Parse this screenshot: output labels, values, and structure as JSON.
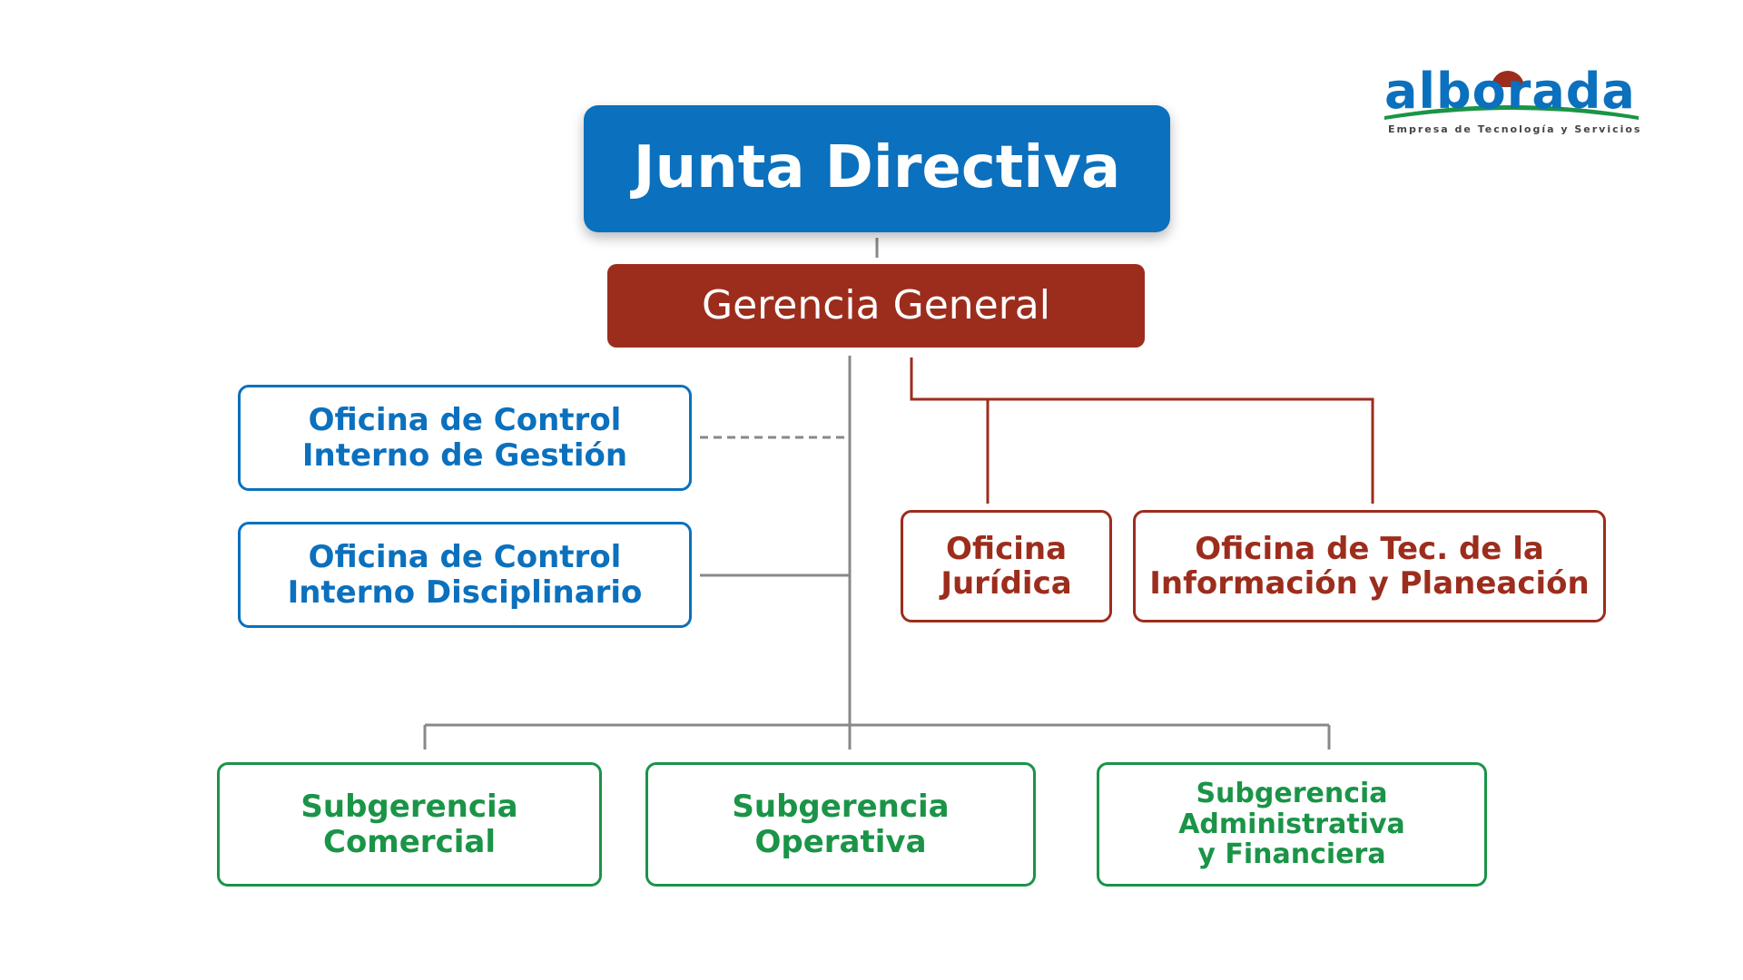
{
  "logo": {
    "wordmark": "alborada",
    "tagline": "Empresa de Tecnología y Servicios"
  },
  "colors": {
    "blue": "#0b70bd",
    "red": "#9c2d1d",
    "green": "#1a9447",
    "connector_gray": "#888888"
  },
  "top": {
    "junta": "Junta Directiva",
    "gerencia": "Gerencia General"
  },
  "control_offices": {
    "gestion": {
      "line1": "Oficina de Control",
      "line2": "Interno de Gestión"
    },
    "disciplinario": {
      "line1": "Oficina de Control",
      "line2": "Interno Disciplinario"
    }
  },
  "staff_offices": {
    "juridica": {
      "line1": "Oficina",
      "line2": "Jurídica"
    },
    "tecnologia": {
      "line1": "Oficina de Tec. de la",
      "line2": "Información y Planeación"
    }
  },
  "subgerencias": {
    "comercial": {
      "line1": "Subgerencia",
      "line2": "Comercial"
    },
    "operativa": {
      "line1": "Subgerencia",
      "line2": "Operativa"
    },
    "administrativa": {
      "line1": "Subgerencia",
      "line2": "Administrativa",
      "line3": "y Financiera"
    }
  }
}
